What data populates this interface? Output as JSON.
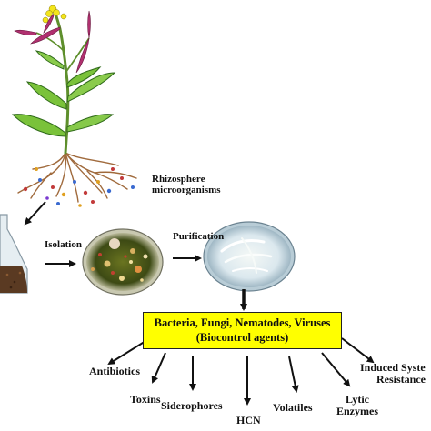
{
  "labels": {
    "rhizosphere": [
      "Rhizosphere",
      "microorganisms"
    ],
    "isolation": "Isolation",
    "purification": "Purification"
  },
  "box": {
    "line1": "Bacteria, Fungi, Nematodes, Viruses",
    "line2": "(Biocontrol agents)",
    "color": "#ffff00"
  },
  "mechanisms": {
    "antibiotics": "Antibiotics",
    "toxins": "Toxins",
    "siderophores": "Siderophores",
    "hcn": "HCN",
    "volatiles": "Volatiles",
    "lytic": [
      "Lytic",
      "Enzymes"
    ],
    "induced": [
      "Induced Syste",
      "Resistance"
    ]
  },
  "colors": {
    "leaf": "#7ac23a",
    "leaf_dark": "#2f6a1a",
    "stem": "#5e8f2c",
    "root": "#a06a3c",
    "pod": "#b0306f",
    "flower": "#f3e51a",
    "petri_dark": "#4a5a18",
    "petri_clear": "#dbe8ee",
    "soil": "#5a3a22"
  }
}
